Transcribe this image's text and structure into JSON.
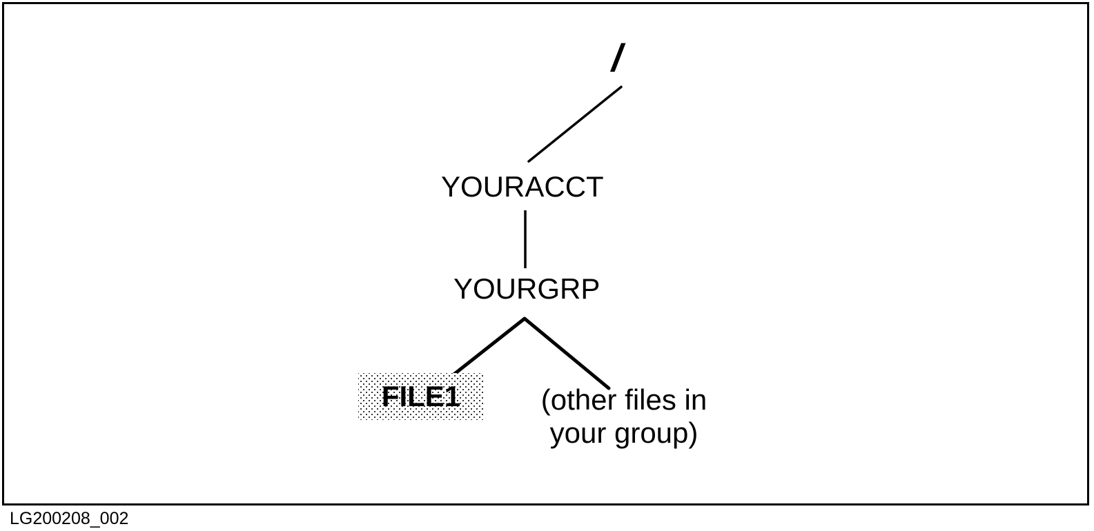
{
  "figure": {
    "id_caption": "LG200208_002",
    "frame_color": "#000000",
    "background_color": "#ffffff",
    "line_color": "#000000",
    "highlight_fill": "dotted-stipple-pattern"
  },
  "tree": {
    "root": {
      "label": "/",
      "name": "root-directory"
    },
    "level1": {
      "label": "YOURACCT",
      "name": "account-directory"
    },
    "level2": {
      "label": "YOURGRP",
      "name": "group-directory"
    },
    "leaves": [
      {
        "label": "FILE1",
        "name": "file1-node",
        "highlighted": true
      },
      {
        "label_line1": "(other files in",
        "label_line2": "your group)",
        "name": "other-files-node",
        "highlighted": false
      }
    ]
  },
  "connectors": [
    {
      "name": "root-to-youracct",
      "from": "YOURACCT",
      "to": "/"
    },
    {
      "name": "youracct-to-yourgrp",
      "from": "YOURACCT",
      "to": "YOURGRP"
    },
    {
      "name": "yourgrp-to-file1",
      "from": "YOURGRP",
      "to": "FILE1"
    },
    {
      "name": "yourgrp-to-otherfiles",
      "from": "YOURGRP",
      "to": "(other files in your group)"
    }
  ]
}
